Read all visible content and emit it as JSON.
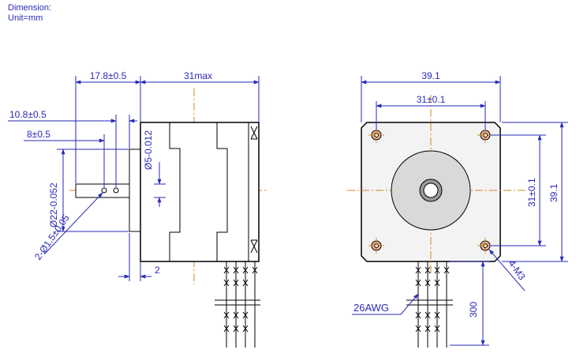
{
  "header": {
    "line1": "Dimension:",
    "line2": "Unit=mm"
  },
  "side_view": {
    "shaft_length": "17.8±0.5",
    "body_length": "31max",
    "shaft_to_flange": "10.8±0.5",
    "flat_length": "8±0.5",
    "boss_dia": "Ø22-0.052",
    "shaft_dia": "Ø5-0.012",
    "pin_hole": "2-Ø1.5±0.05",
    "flange_thickness": "2"
  },
  "front_view": {
    "width": "39.1",
    "hole_spacing_h": "31±0.1",
    "hole_spacing_v": "31±0.1",
    "height": "39.1",
    "mount_holes": "4-M3",
    "wire_gauge": "26AWG",
    "lead_length": "300"
  },
  "colors": {
    "dimension": "#2a2ab8",
    "centerline": "#d28a1e",
    "outline": "#000000",
    "body_fill": "#f3f3f3",
    "boss_fill": "#d9d9d9"
  }
}
